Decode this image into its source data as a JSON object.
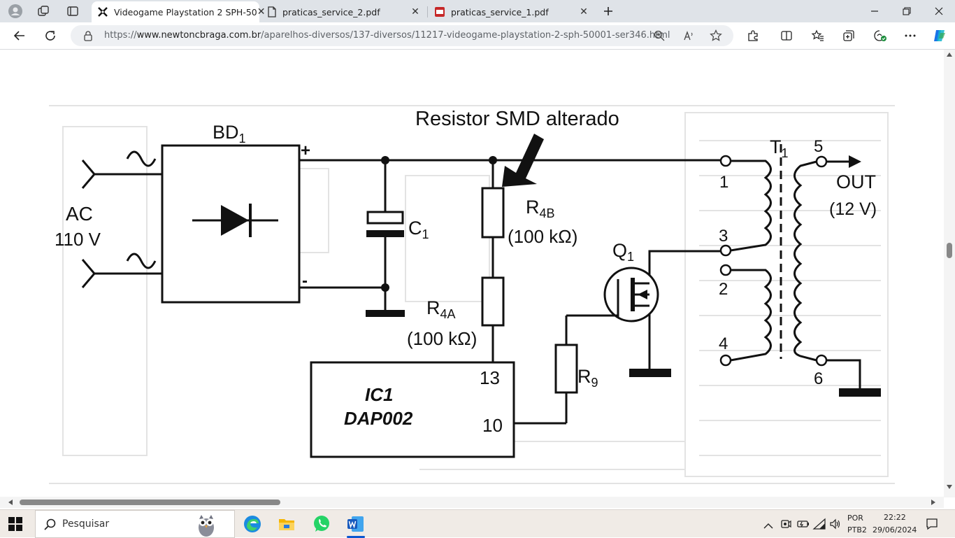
{
  "tabs": [
    {
      "title": "Videogame Playstation 2 SPH-50",
      "active": true
    },
    {
      "title": "praticas_service_2.pdf",
      "active": false
    },
    {
      "title": "praticas_service_1.pdf",
      "active": false
    }
  ],
  "address": {
    "scheme": "https://",
    "host": "www.newtoncbraga.com.br",
    "path": "/aparelhos-diversos/137-diversos/11217-videogame-playstation-2-sph-50001-ser346.html"
  },
  "schematic": {
    "annotation": "Resistor SMD alterado",
    "bd1": "BD",
    "bd1_sub": "1",
    "ac_label": "AC",
    "ac_voltage": "110 V",
    "plus": "+",
    "minus": "-",
    "c1": "C",
    "c1_sub": "1",
    "r4b": "R",
    "r4b_sub": "4B",
    "r4b_value": "(100 kΩ)",
    "r4a": "R",
    "r4a_sub": "4A",
    "r4a_value": "(100 kΩ)",
    "q1": "Q",
    "q1_sub": "1",
    "r9": "R",
    "r9_sub": "9",
    "ic1": "IC1",
    "ic1_part": "DAP002",
    "pin13": "13",
    "pin10": "10",
    "t1": "T",
    "t1_sub": "1",
    "pin1": "1",
    "pin2": "2",
    "pin3": "3",
    "pin4": "4",
    "pin5": "5",
    "pin6": "6",
    "out": "OUT",
    "out_voltage": "(12 V)"
  },
  "taskbar": {
    "search_placeholder": "Pesquisar",
    "lang_top": "POR",
    "lang_bottom": "PTB2",
    "time": "22:22",
    "date": "29/06/2024"
  },
  "colors": {
    "tab_strip": "#dfe3e8",
    "taskbar": "#f0ebe6",
    "accent": "#0b57d0"
  }
}
